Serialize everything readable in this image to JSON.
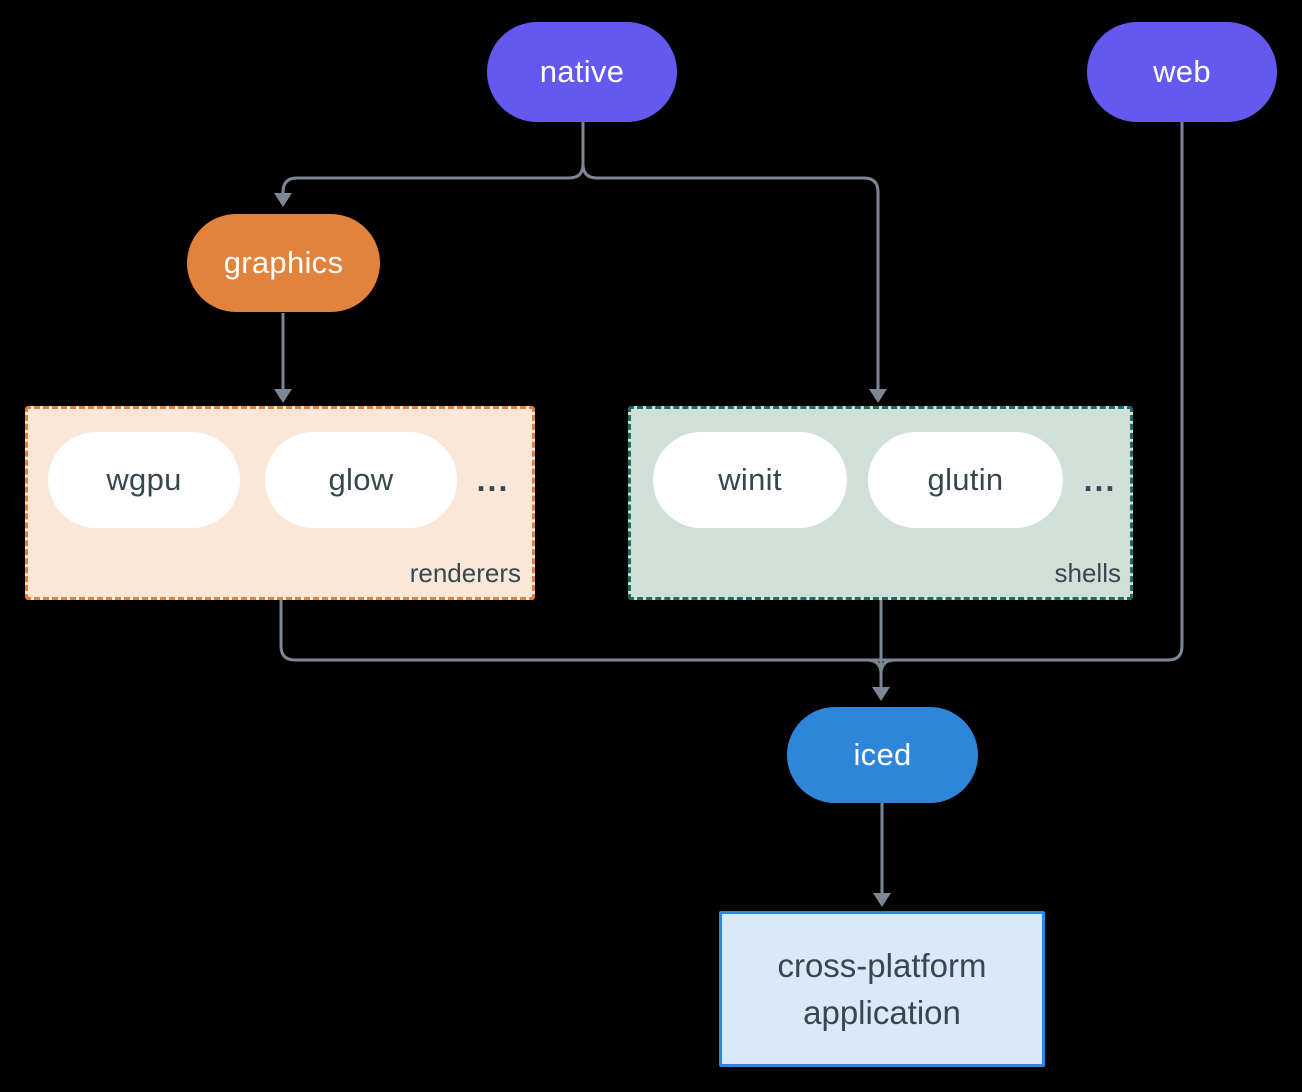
{
  "diagram": {
    "nodes": {
      "native": "native",
      "web": "web",
      "graphics": "graphics",
      "iced": "iced",
      "application": {
        "line1": "cross-platform",
        "line2": "application"
      }
    },
    "groups": {
      "renderers": {
        "label": "renderers",
        "pills": [
          "wgpu",
          "glow"
        ],
        "more": "..."
      },
      "shells": {
        "label": "shells",
        "pills": [
          "winit",
          "glutin"
        ],
        "more": "..."
      }
    },
    "colors": {
      "background": "#000000",
      "purple": "#6459ef",
      "orange": "#e2833d",
      "blue": "#2e86db",
      "peach_fill": "#fae7d8",
      "orange_border": "#e2813c",
      "sage_fill": "#cfe0d9",
      "teal_border": "#1d6e62",
      "app_fill": "#d8e9f9",
      "app_border": "#2e86de",
      "arrow": "#7b8794",
      "ink": "#37474f",
      "pill_text": "#ffffff"
    }
  }
}
